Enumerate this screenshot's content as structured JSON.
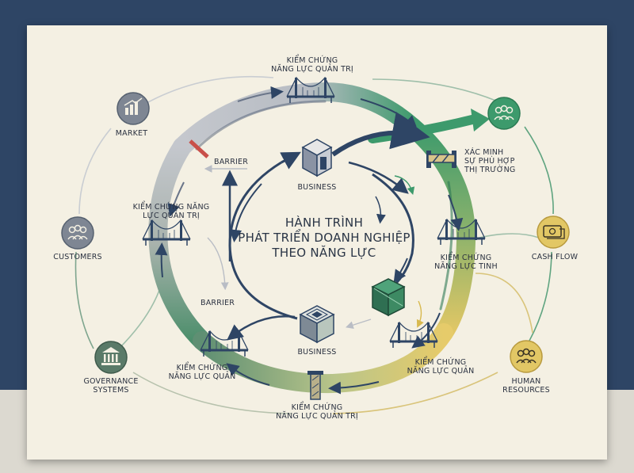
{
  "title": [
    "HÀNH TRÌNH",
    "PHÁT TRIỂN DOANH NGHIỆP",
    "THEO NĂNG LỰC"
  ],
  "labels": {
    "top_bridge": [
      "KIỂM CHỨNG",
      "NĂNG LỰC QUẢN TRỊ"
    ],
    "left_bridge": [
      "KIỂM CHỨNG NĂNG",
      "LỰC QUẢN TRỊ"
    ],
    "bottom_left_bridge": [
      "KIỂM CHỨNG",
      "NĂNG LỰC QUẢN"
    ],
    "bottom_gate": [
      "KIỂM CHỨNG",
      "NĂNG LỰC QUẢN TRỊ"
    ],
    "right_bridge": [
      "KIỂM CHỨNG",
      "NĂNG LỰC TINH"
    ],
    "lower_right_bridge": [
      "KIỂM CHỨNG",
      "NĂNG LỰC QUẢN"
    ],
    "market_fit": [
      "XÁC MINH",
      "SỰ PHÙ HỢP",
      "THỊ TRƯỜNG"
    ],
    "barrier_top": "BARRIER",
    "barrier_bottom": "BARRIER",
    "business_top": "BUSINESS",
    "business_bottom": "BUSINESS"
  },
  "nodes": {
    "market": "MARKET",
    "customers": "CUSTOMERS",
    "governance": [
      "GOVERNANCE",
      "SYSTEMS"
    ],
    "cash_flow": "CASH FLOW",
    "human_resources": [
      "HUMAN",
      "RESOURCES"
    ]
  },
  "colors": {
    "navy": "#2e4565",
    "grey_ring": "#b9bdc5",
    "green": "#3d9a6c",
    "yellow": "#e2c765",
    "ring_green_dark": "#5f8f73"
  }
}
